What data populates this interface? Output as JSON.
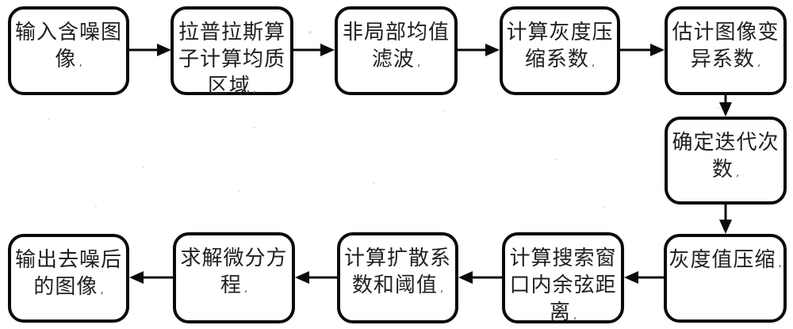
{
  "diagram": {
    "type": "flowchart",
    "language": "zh",
    "tick": ",",
    "colors": {
      "line": "#0a0a0a",
      "box_border": "#0a0a0a",
      "box_fill": "#ffffff",
      "text": "#1f1f1f",
      "background": "#ffffff"
    }
  },
  "boxes": [
    {
      "id": "input-noisy-image",
      "text": "输入含噪图\n像"
    },
    {
      "id": "laplacian-compute-homogeneous-region",
      "text": "拉普拉斯算\n子计算均质\n区域"
    },
    {
      "id": "non-local-mean-filtering",
      "text": "非局部均值\n滤波"
    },
    {
      "id": "compute-gray-compression-coefficient",
      "text": "计算灰度压\n缩系数"
    },
    {
      "id": "estimate-image-variation-coefficient",
      "text": "估计图像变\n异系数"
    },
    {
      "id": "determine-iteration-count",
      "text": "确定迭代次\n数"
    },
    {
      "id": "gray-value-compression",
      "text": "灰度值压缩"
    },
    {
      "id": "compute-cosine-distance-in-search-window",
      "text": "计算搜索窗\n口内余弦距\n离"
    },
    {
      "id": "compute-diffusion-coefficient-threshold",
      "text": "计算扩散系\n数和阈值"
    },
    {
      "id": "solve-differential-equation",
      "text": "求解微分方\n程"
    },
    {
      "id": "output-denoised-image",
      "text": "输出去噪后\n的图像"
    }
  ],
  "edges": [
    {
      "from": "input-noisy-image",
      "to": "laplacian-compute-homogeneous-region"
    },
    {
      "from": "laplacian-compute-homogeneous-region",
      "to": "non-local-mean-filtering"
    },
    {
      "from": "non-local-mean-filtering",
      "to": "compute-gray-compression-coefficient"
    },
    {
      "from": "compute-gray-compression-coefficient",
      "to": "estimate-image-variation-coefficient"
    },
    {
      "from": "estimate-image-variation-coefficient",
      "to": "determine-iteration-count"
    },
    {
      "from": "determine-iteration-count",
      "to": "gray-value-compression"
    },
    {
      "from": "gray-value-compression",
      "to": "compute-cosine-distance-in-search-window"
    },
    {
      "from": "compute-cosine-distance-in-search-window",
      "to": "compute-diffusion-coefficient-threshold"
    },
    {
      "from": "compute-diffusion-coefficient-threshold",
      "to": "solve-differential-equation"
    },
    {
      "from": "solve-differential-equation",
      "to": "output-denoised-image"
    }
  ]
}
